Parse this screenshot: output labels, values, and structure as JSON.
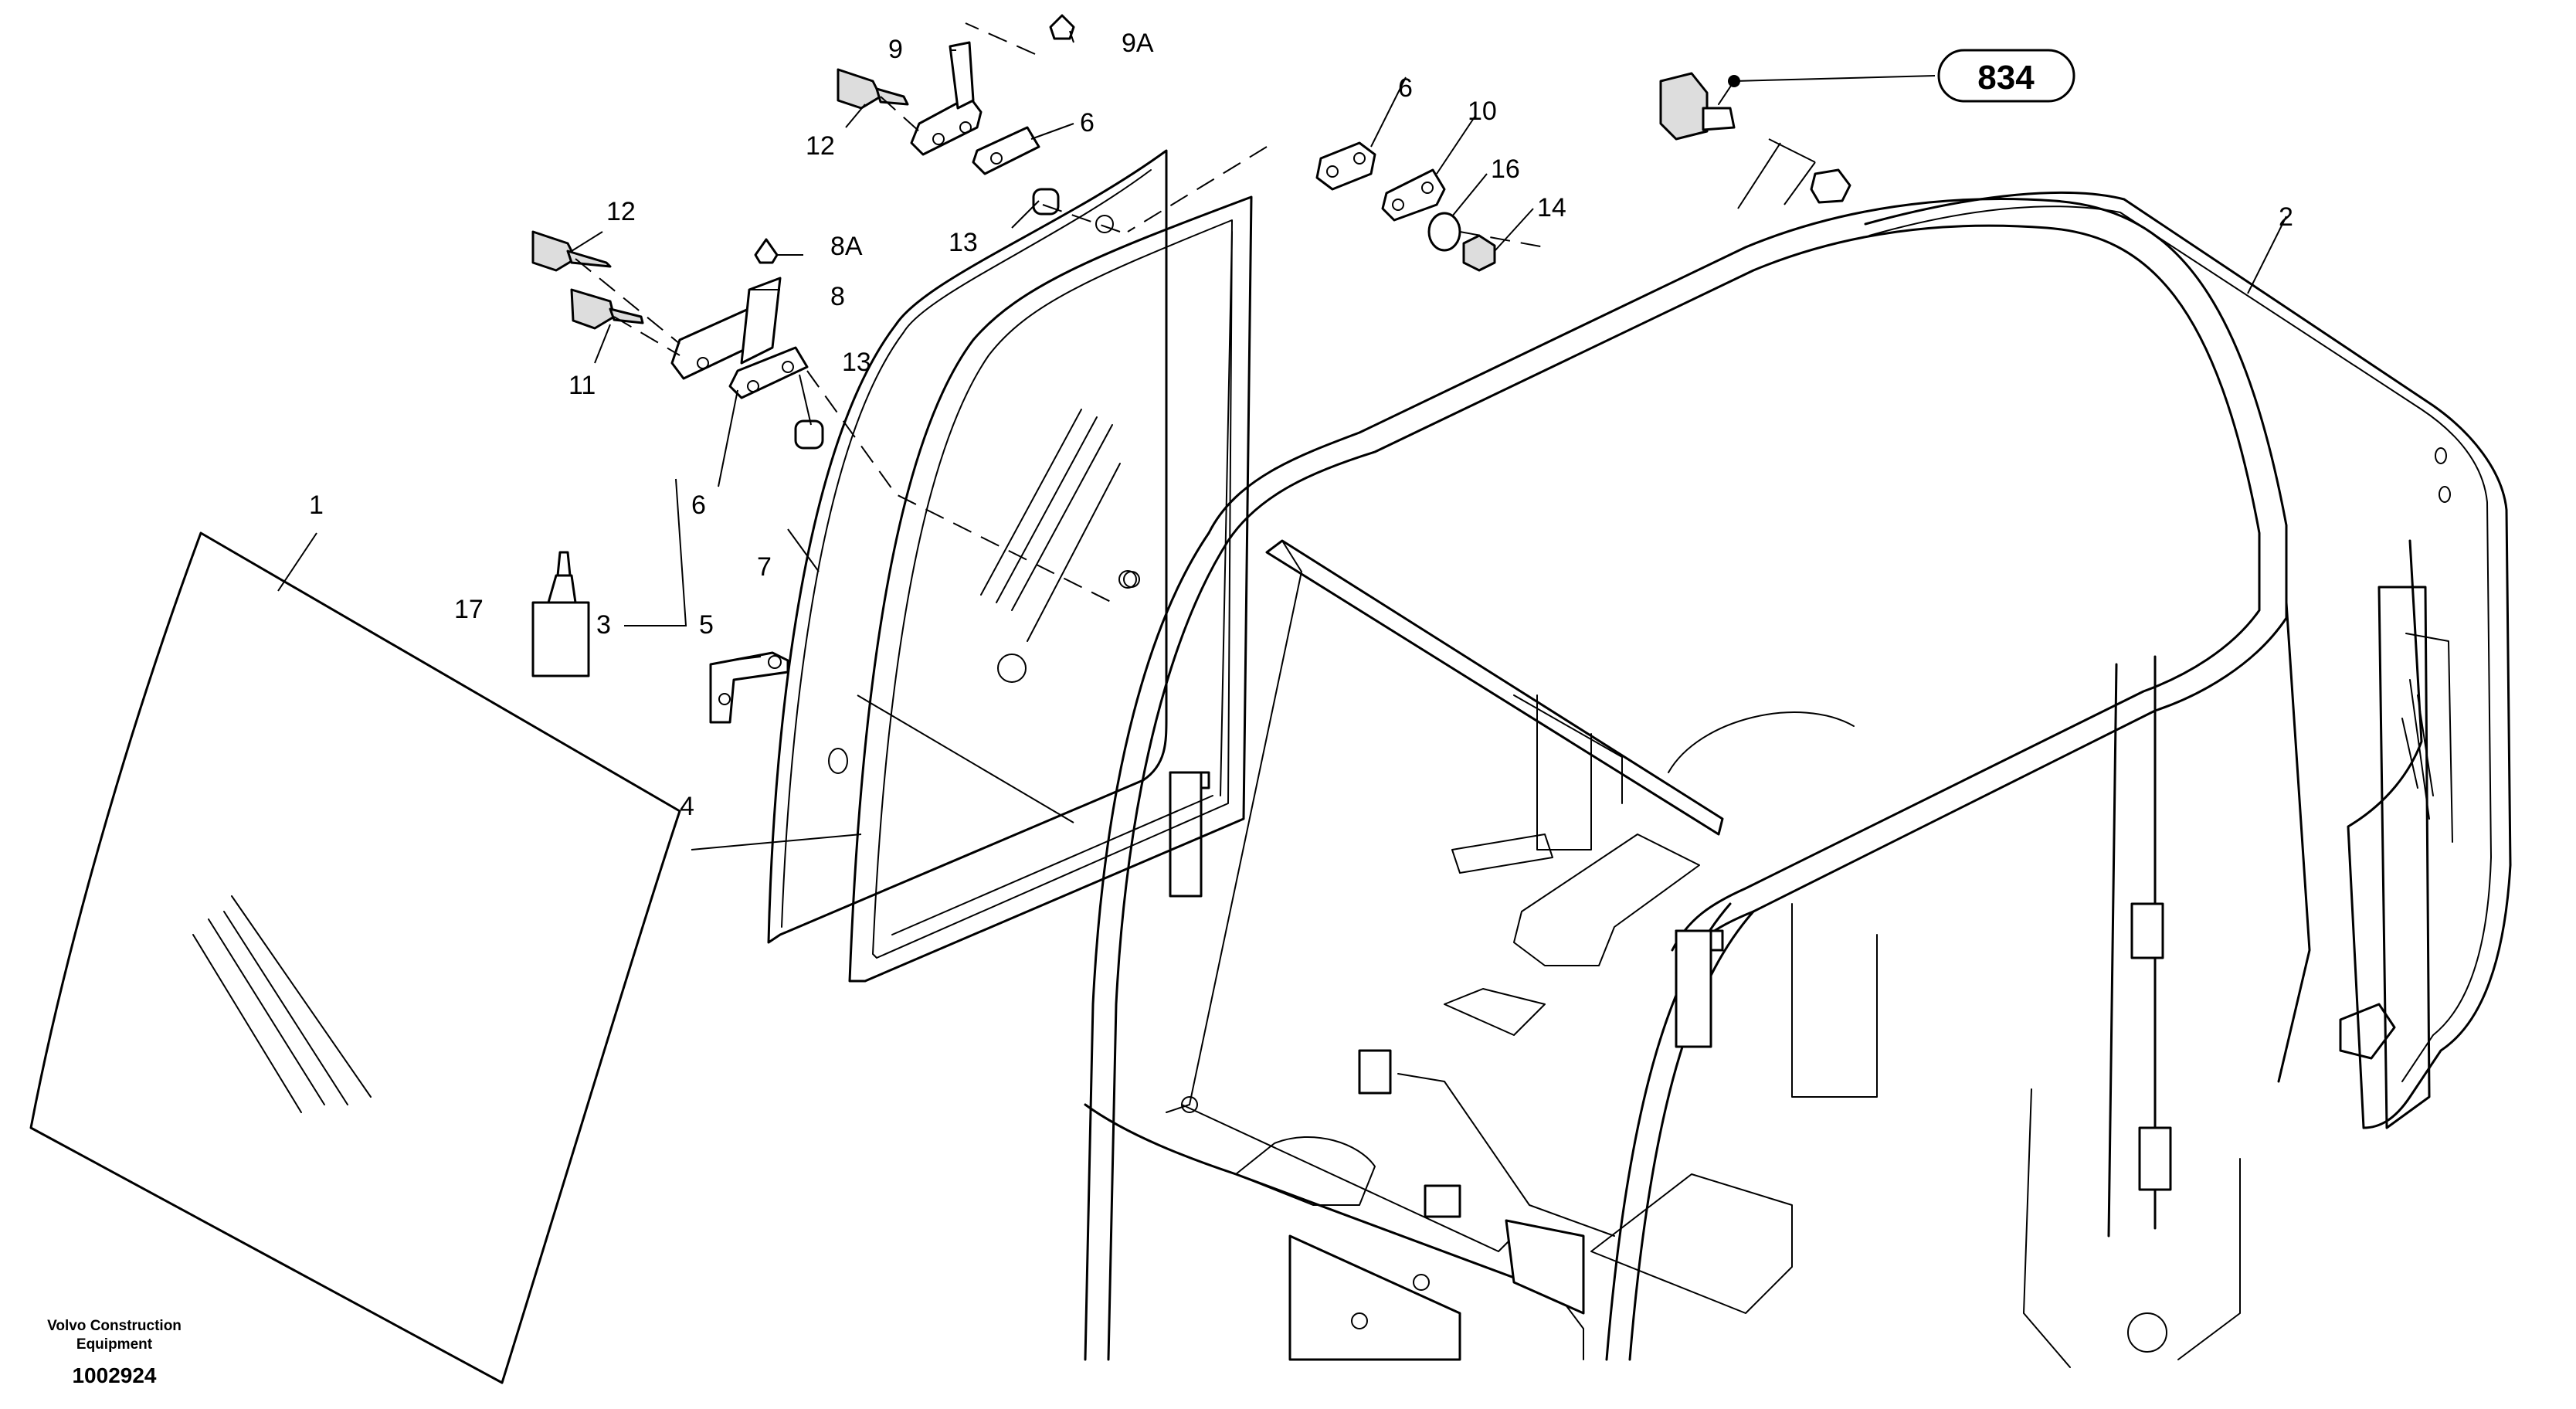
{
  "diagram": {
    "callouts": {
      "c1": "1",
      "c2": "2",
      "c3": "3",
      "c4": "4",
      "c5": "5",
      "c6a": "6",
      "c6b": "6",
      "c6c": "6",
      "c7": "7",
      "c8": "8",
      "c8a": "8A",
      "c9": "9",
      "c9a": "9A",
      "c10": "10",
      "c11": "11",
      "c12a": "12",
      "c12b": "12",
      "c13a": "13",
      "c13b": "13",
      "c14": "14",
      "c16": "16",
      "c17": "17"
    },
    "reference_badge": "834"
  },
  "footer": {
    "brand_line1": "Volvo Construction",
    "brand_line2": "Equipment",
    "drawing_number": "1002924"
  }
}
